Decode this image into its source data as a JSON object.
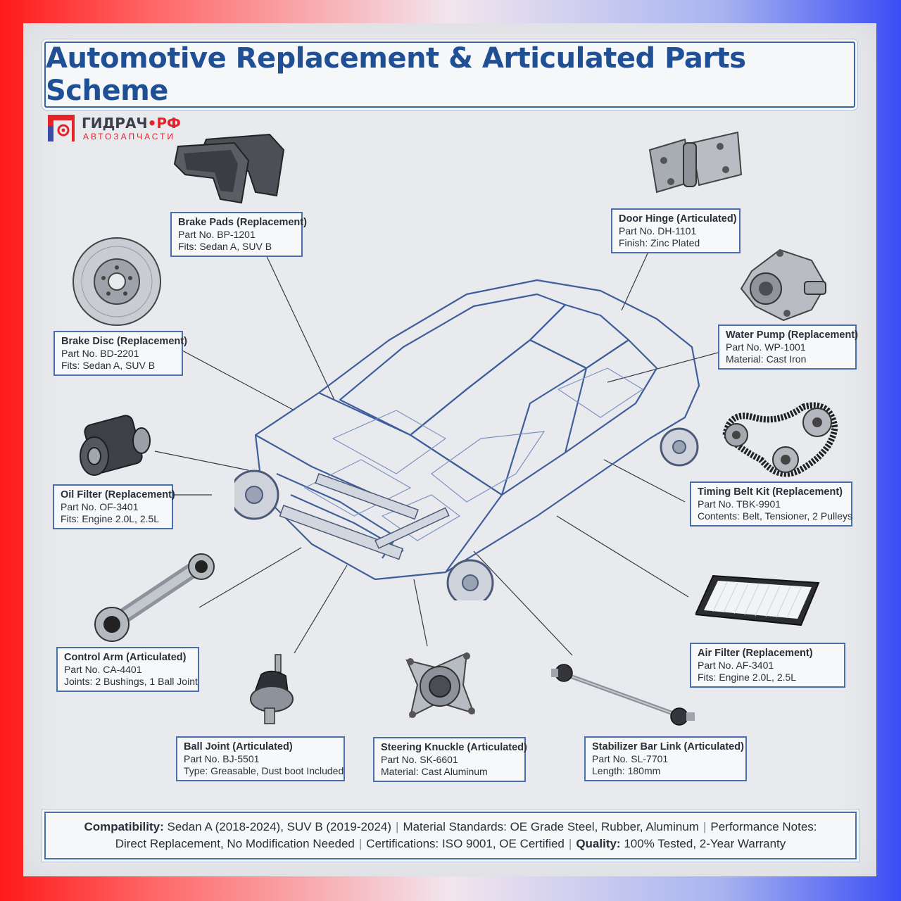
{
  "title": "Automotive Replacement & Articulated Parts Scheme",
  "logo": {
    "brand_main": "ГИДРАЧ",
    "brand_dot": "•",
    "brand_tld": "РФ",
    "subtitle": "АВТОЗАПЧАСТИ",
    "brand_color": "#e5222a"
  },
  "parts": [
    {
      "id": "brake-pads",
      "name": "Brake Pads (Replacement)",
      "line1": "Part No. BP-1201",
      "line2": "Fits:  Sedan A, SUV B"
    },
    {
      "id": "brake-disc",
      "name": "Brake Disc (Replacement)",
      "line1": "Part No. BD-2201",
      "line2": "Fits:  Sedan A, SUV B"
    },
    {
      "id": "oil-filter",
      "name": "Oil Filter (Replacement)",
      "line1": "Part No. OF-3401",
      "line2": "Fits:  Engine 2.0L, 2.5L"
    },
    {
      "id": "control-arm",
      "name": "Control Arm (Articulated)",
      "line1": "Part No. CA-4401",
      "line2": "Joints: 2 Bushings, 1 Ball Joint"
    },
    {
      "id": "ball-joint",
      "name": "Ball Joint (Articulated)",
      "line1": "Part No. BJ-5501",
      "line2": "Type: Greasable, Dust boot Included"
    },
    {
      "id": "steering-knuckle",
      "name": "Steering Knuckle (Articulated)",
      "line1": "Part No. SK-6601",
      "line2": "Material: Cast Aluminum"
    },
    {
      "id": "stabilizer-link",
      "name": "Stabilizer Bar Link (Articulated)",
      "line1": "Part No. SL-7701",
      "line2": "Length: 180mm"
    },
    {
      "id": "air-filter",
      "name": "Air Filter (Replacement)",
      "line1": "Part No. AF-3401",
      "line2": "Fits:  Engine 2.0L, 2.5L"
    },
    {
      "id": "timing-belt",
      "name": "Timing Belt Kit (Replacement)",
      "line1": "Part No. TBK-9901",
      "line2": "Contents: Belt, Tensioner, 2 Pulleys"
    },
    {
      "id": "water-pump",
      "name": "Water Pump (Replacement)",
      "line1": "Part No. WP-1001",
      "line2": "Material: Cast Iron"
    },
    {
      "id": "door-hinge",
      "name": "Door Hinge (Articulated)",
      "line1": "Part No. DH-1101",
      "line2": "Finish: Zinc Plated"
    }
  ],
  "footer": {
    "compat_label": "Compatibility:",
    "compat_value": "Sedan A (2018-2024), SUV B (2019-2024)",
    "material_label": "Material Standards:",
    "material_value": "OE Grade Steel, Rubber, Aluminum",
    "perf_label": "Performance Notes:",
    "perf_value": "Direct Replacement, No Modification Needed",
    "cert_label": "Certifications:",
    "cert_value": "ISO 9001, OE Certified",
    "quality_label": "Quality:",
    "quality_value": "100% Tested, 2-Year Warranty",
    "separator": "|"
  },
  "colors": {
    "accent": "#1f4f95",
    "border": "#4a6fae",
    "car_line": "#3f5f9c"
  }
}
